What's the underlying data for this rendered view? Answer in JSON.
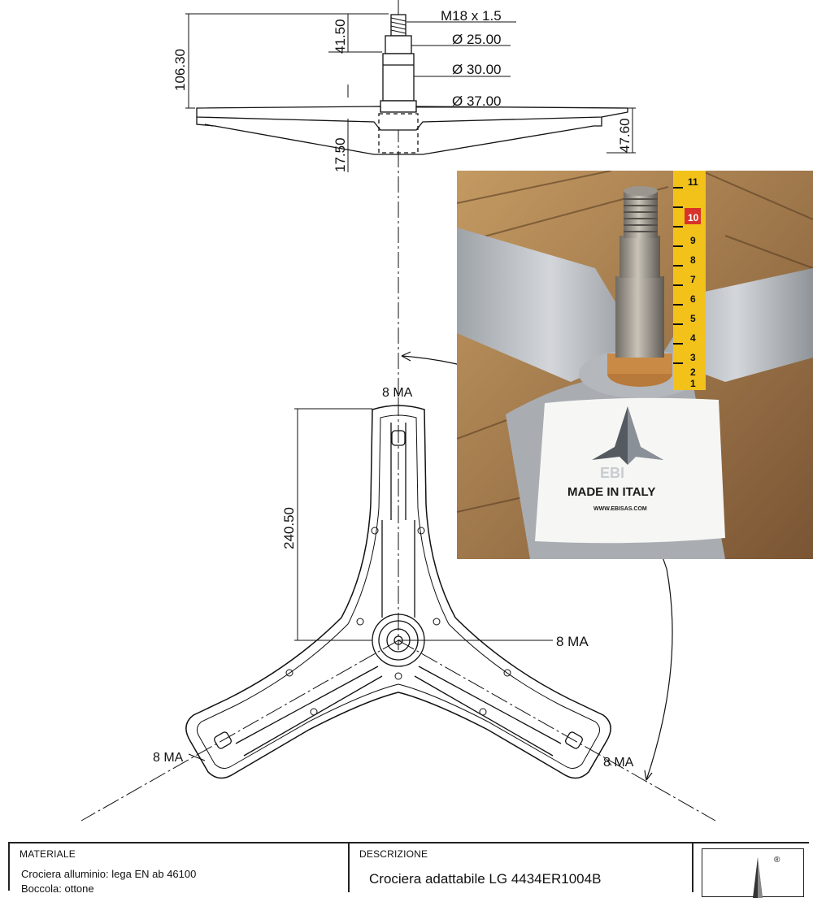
{
  "dimensions": {
    "thread": "M18 x 1.5",
    "dia_25": "Ø 25.00",
    "dia_30": "Ø 30.00",
    "dia_37": "Ø 37.00",
    "h_41_50": "41.50",
    "h_106_30": "106.30",
    "h_17_50": "17.50",
    "h_47_60": "47.60",
    "h_240_50": "240.50"
  },
  "callouts": {
    "top": "8 MA",
    "center": "8 MA",
    "left": "8 MA",
    "right": "8 MA"
  },
  "photo": {
    "label_main": "MADE IN ITALY",
    "label_url": "WWW.EBISAS.COM",
    "brand": "EBI",
    "tape_numbers": [
      "11",
      "10",
      "9",
      "8",
      "7",
      "6",
      "5",
      "4",
      "3",
      "2",
      "1"
    ]
  },
  "title_block": {
    "material_header": "MATERIALE",
    "material_line1": "Crociera alluminio: lega EN ab 46100",
    "material_line2": "Boccola: ottone",
    "description_header": "DESCRIZIONE",
    "description": "Crociera adattabile LG 4434ER1004B",
    "logo_mark": "®"
  },
  "colors": {
    "line": "#111111",
    "photo_wood": "#8b6a46",
    "tape_yellow": "#f2c21b",
    "aluminium": "#b9bcc0"
  }
}
